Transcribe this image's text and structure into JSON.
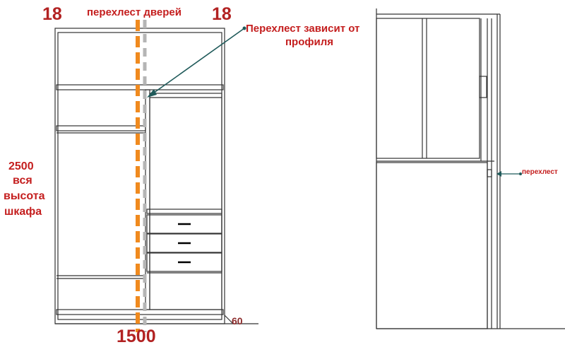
{
  "labels": {
    "left_width_dim": "18",
    "right_width_dim": "18",
    "overlap_doors": "перехлест дверей",
    "overlap_depends_line1": "Перехлест зависит от",
    "overlap_depends_line2": "профиля",
    "height_value": "2500",
    "height_line2": "вся",
    "height_line3": "высота",
    "height_line4": "шкафа",
    "width_total": "1500",
    "plinth": "60",
    "side_overlap": "перехлест"
  },
  "colors": {
    "dim_text": "#b22222",
    "label_text": "#c41e1e",
    "door_overlap_line": "#f08a1e",
    "arrow": "#1f5a5a",
    "line": "#333333"
  }
}
